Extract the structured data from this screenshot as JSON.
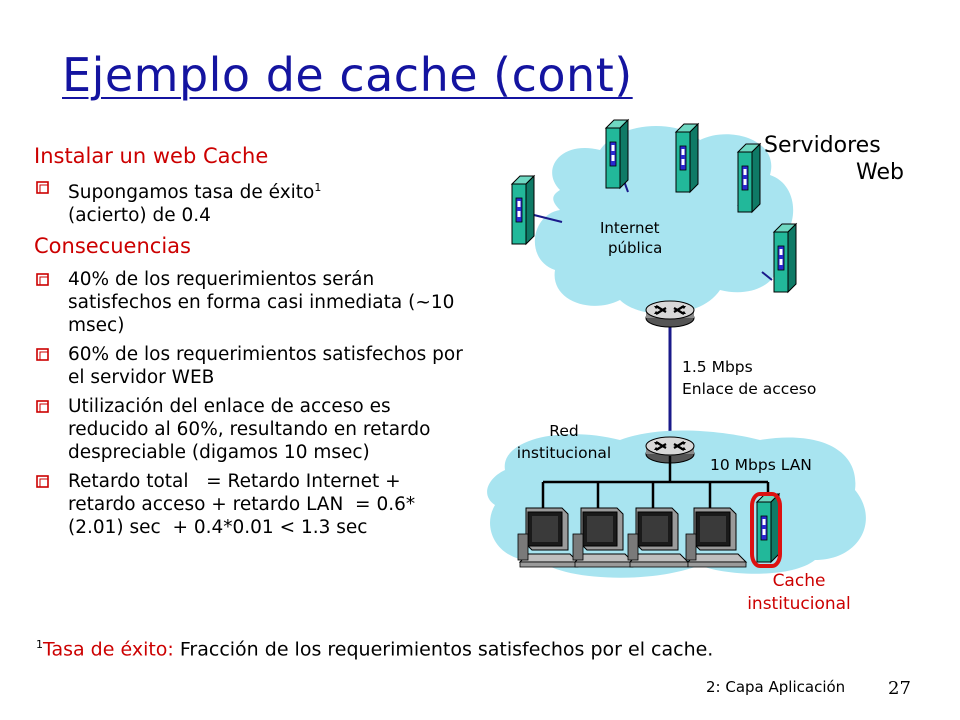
{
  "title": "Ejemplo de cache (cont)",
  "left": {
    "heading1": "Instalar un web Cache",
    "bullet1": "Supongamos tasa de éxito",
    "bullet1_sup": "1",
    "bullet1_rest": "(acierto) de 0.4",
    "heading2": "Consecuencias",
    "bullets": [
      "40% de los requerimientos serán satisfechos en forma casi inmediata (~10 msec)",
      "60% de los requerimientos satisfechos por el servidor WEB",
      "Utilización del enlace de acceso es reducido al 60%, resultando en retardo despreciable (digamos 10 msec)",
      "Retardo total   = Retardo Internet + retardo acceso + retardo LAN  = 0.6*(2.01) sec  + 0.4*0.01 < 1.3 sec"
    ]
  },
  "diagram": {
    "servers_label_1": "Servidores",
    "servers_label_2": "Web",
    "internet_label_1": "Internet",
    "internet_label_2": "pública",
    "link_label_1": "1.5 Mbps",
    "link_label_2": "Enlace de acceso",
    "red_label_1": "Red",
    "red_label_2": "institucional",
    "lan_label": "10 Mbps LAN",
    "cache_label_1": "Cache",
    "cache_label_2": "institucional"
  },
  "footnote": {
    "sup": "1",
    "term": "Tasa de éxito:",
    "text": " Fracción de los requerimientos satisfechos por el cache."
  },
  "footer": "2: Capa Aplicación",
  "page_number": "27",
  "colors": {
    "title": "#1414a0",
    "accent_red": "#cc0000",
    "cloud": "#a8e4f0",
    "server": "#22b89a"
  }
}
